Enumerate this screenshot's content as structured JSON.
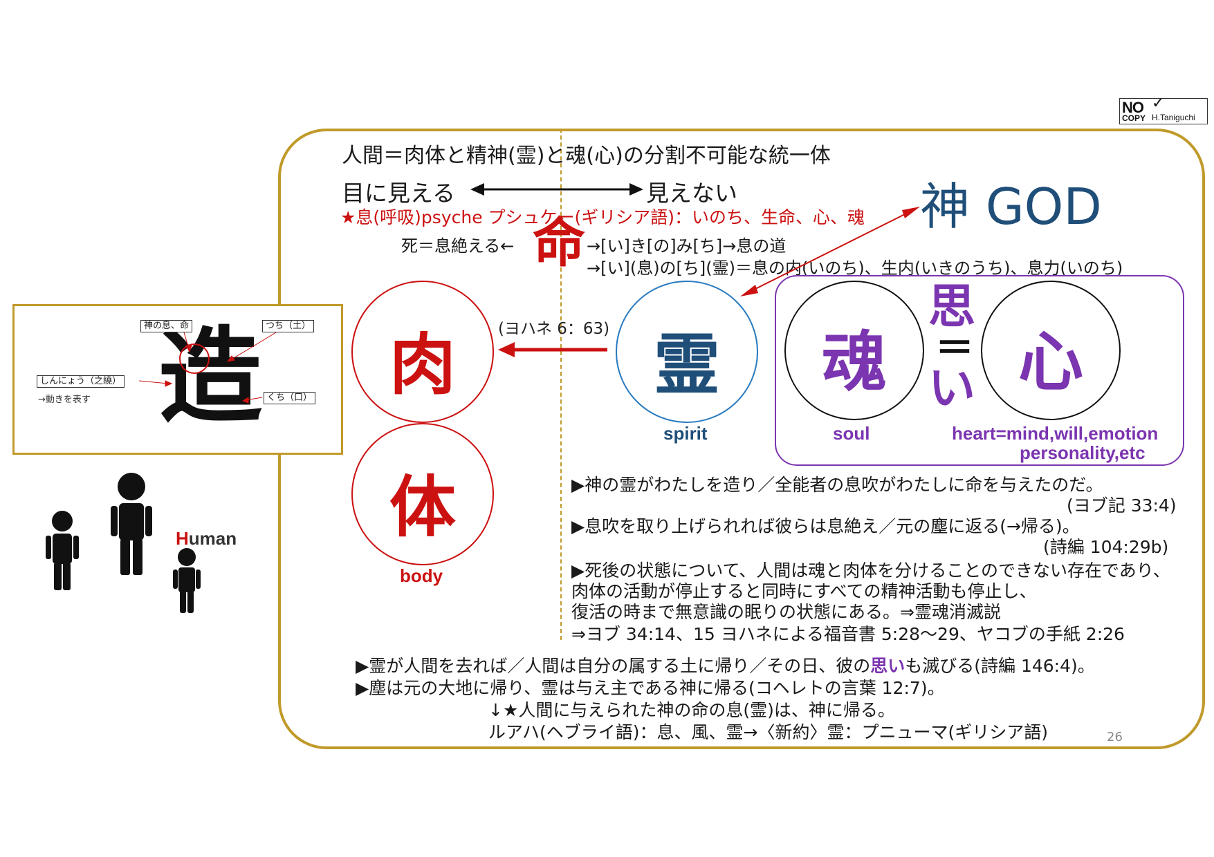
{
  "stamp": {
    "no": "NO",
    "copy": "COPY",
    "name": "H.Taniguchi"
  },
  "header": {
    "title": "人間＝肉体と精神(霊)と魂(心)の分割不可能な統一体",
    "visible": "目に見える",
    "invisible": "見えない",
    "psyche": "★息(呼吸)psyche プシュケー(ギリシア語)：いのち、生命、心、魂",
    "death": "死＝息絶える←",
    "inochi_char": "命",
    "etym1": "→[い]き[の]み[ち]→息の道",
    "etym2": "→[い](息)の[ち](霊)＝息の内(いのち)、生内(いきのうち)、息力(いのち)"
  },
  "god": {
    "label": "神 GOD"
  },
  "circles": {
    "flesh": {
      "char": "肉"
    },
    "body": {
      "char": "体",
      "label": "body"
    },
    "spirit": {
      "char": "霊",
      "label": "spirit"
    },
    "soul": {
      "char": "魂",
      "label": "soul"
    },
    "heart": {
      "char": "心"
    }
  },
  "omoi": {
    "top": "思",
    "eq": "＝",
    "bottom": "い"
  },
  "john_ref": "(ヨハネ 6：63)",
  "heart_def": {
    "line1": "heart=mind,will,emotion",
    "line2": "personality,etc"
  },
  "verses": {
    "v1": "▶神の霊がわたしを造り／全能者の息吹がわたしに命を与えたのだ。",
    "v1_ref": "(ヨブ記 33:4)",
    "v2": "▶息吹を取り上げられれば彼らは息絶え／元の塵に返る(→帰る)。",
    "v2_ref": "(詩編 104:29b)",
    "v3_l1": "▶死後の状態について、人間は魂と肉体を分けることのできない存在であり、",
    "v3_l2": "肉体の活動が停止すると同時にすべての精神活動も停止し、",
    "v3_l3": "復活の時まで無意識の眠りの状態にある。⇒霊魂消滅説",
    "v3_l4": "⇒ヨブ 34:14、15 ヨハネによる福音書 5:28～29、ヤコブの手紙 2:26"
  },
  "bottom": {
    "b1_pre": "▶霊が人間を去れば／人間は自分の属する土に帰り／その日、彼の",
    "b1_omoi": "思い",
    "b1_post": "も滅びる(詩編 146:4)。",
    "b2": "▶塵は元の大地に帰り、霊は与え主である神に帰る(コヘレトの言葉 12:7)。",
    "b3": "↓★人間に与えられた神の命の息(霊)は、神に帰る。",
    "b4": "ルアハ(ヘブライ語)：息、風、霊→〈新約〉霊：プニューマ(ギリシア語)"
  },
  "page_number": "26",
  "inset": {
    "kanji": "造",
    "tag_god_breath": "神の息、命",
    "tag_earth": "つち（土）",
    "tag_shinnyou": "しんにょう（之繞）",
    "tag_movement": "→動きを表す",
    "tag_mouth": "くち（口）"
  },
  "human": {
    "h": "H",
    "rest": "uman"
  }
}
